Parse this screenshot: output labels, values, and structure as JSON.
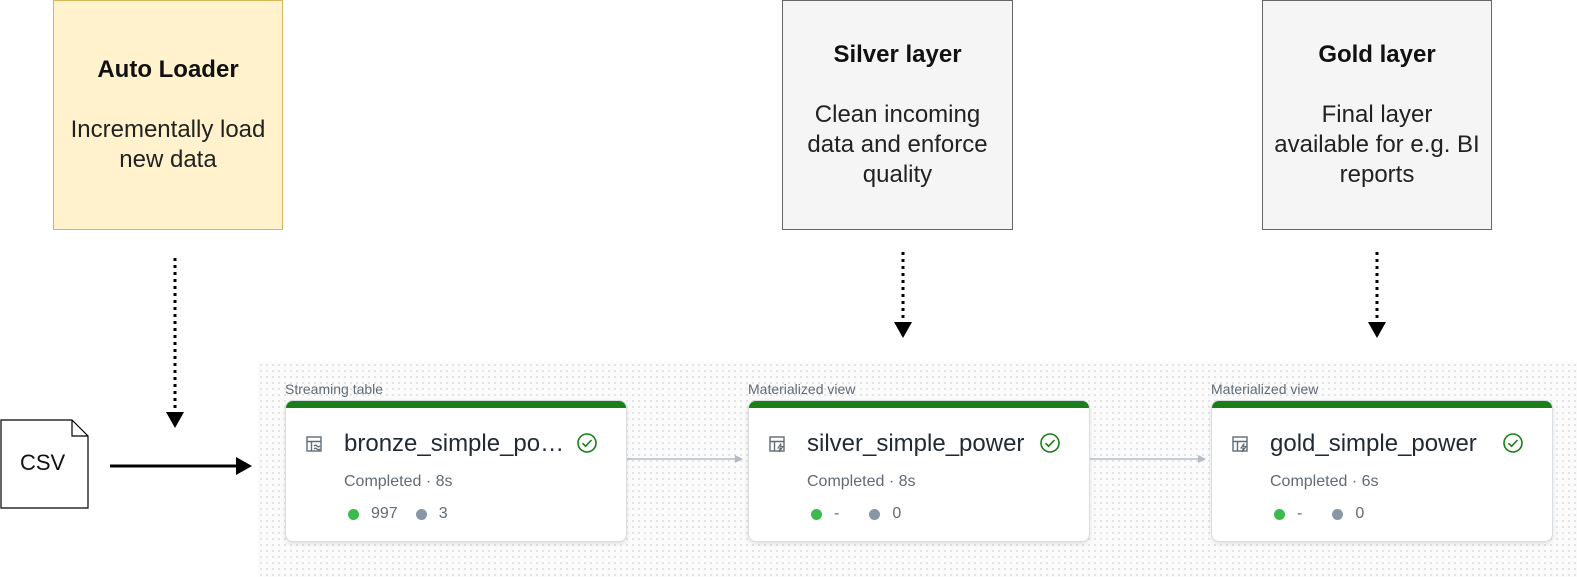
{
  "notes": {
    "autoloader": {
      "title": "Auto Loader",
      "desc_lines": [
        "Incrementally load",
        "new data"
      ]
    },
    "silver": {
      "title": "Silver layer",
      "desc_lines": [
        "Clean incoming",
        "data and enforce",
        "quality"
      ]
    },
    "gold": {
      "title": "Gold layer",
      "desc_lines": [
        "Final layer",
        "available for e.g. BI",
        "reports"
      ]
    }
  },
  "source": {
    "label": "CSV"
  },
  "nodes": [
    {
      "type_label": "Streaming table",
      "name": "bronze_simple_power",
      "status": "Completed · 8s",
      "metric_green": "997",
      "metric_gray": "3",
      "icon": "streaming-table-icon"
    },
    {
      "type_label": "Materialized view",
      "name": "silver_simple_power",
      "status": "Completed · 8s",
      "metric_green": "-",
      "metric_gray": "0",
      "icon": "materialized-view-icon"
    },
    {
      "type_label": "Materialized view",
      "name": "gold_simple_power",
      "status": "Completed · 6s",
      "metric_green": "-",
      "metric_gray": "0",
      "icon": "materialized-view-icon"
    }
  ],
  "colors": {
    "autoloader_fill": "#fff2cc",
    "autoloader_border": "#d6b656",
    "layer_fill": "#f5f5f5",
    "completed_bar": "#1a7f1a",
    "success_dot": "#3dba4e",
    "neutral_dot": "#8896a5"
  }
}
